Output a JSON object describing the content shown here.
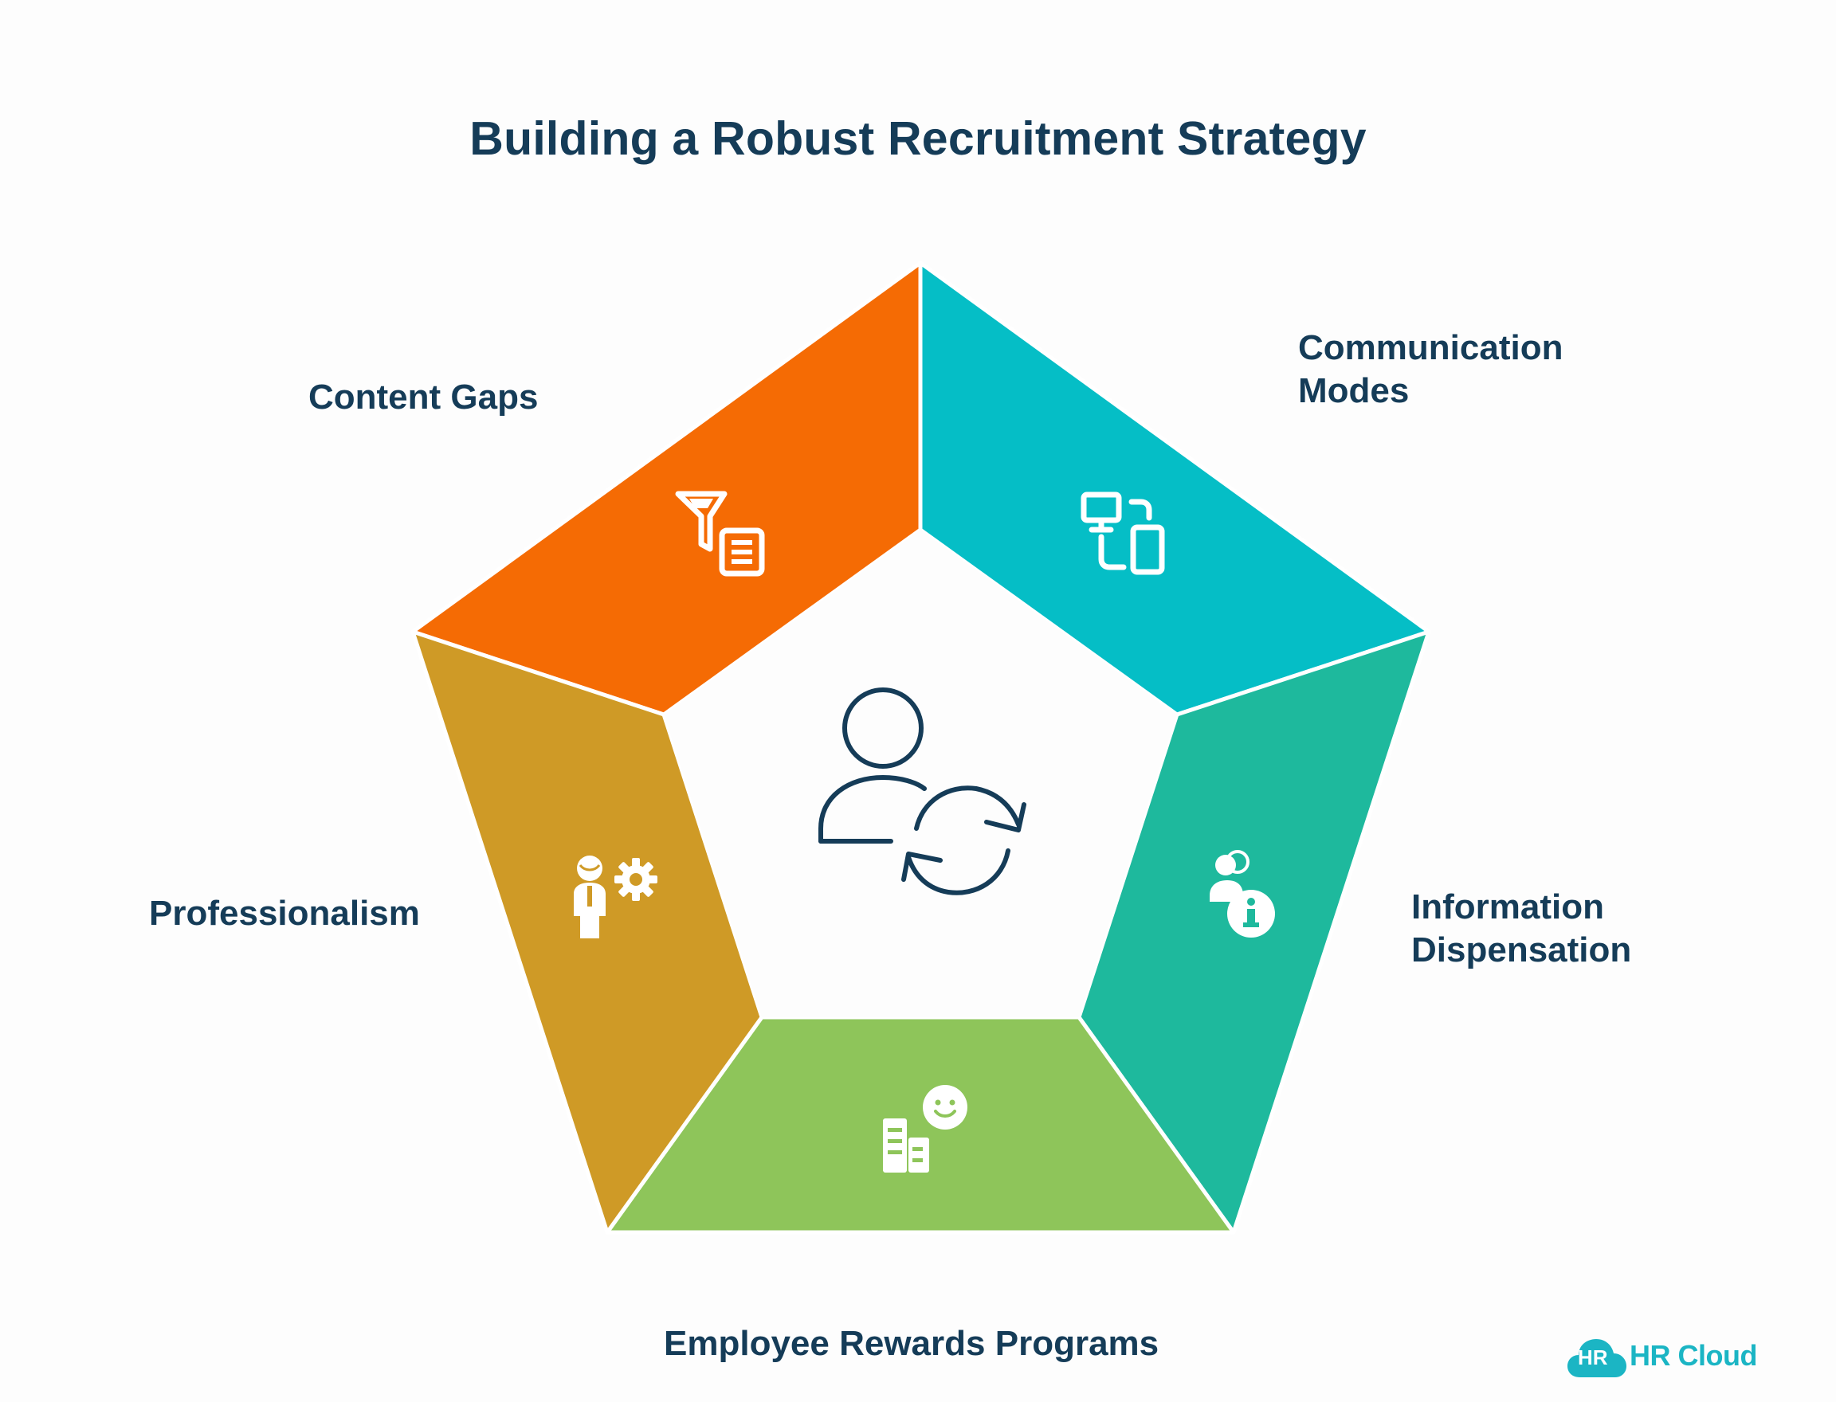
{
  "title": "Building a Robust Recruitment Strategy",
  "segments": [
    {
      "label_lines": [
        "Content Gaps"
      ],
      "color": "#f56b04",
      "icon": "filter-document-icon"
    },
    {
      "label_lines": [
        "Communication",
        "Modes"
      ],
      "color": "#05bec6",
      "icon": "devices-sync-icon"
    },
    {
      "label_lines": [
        "Information",
        "Dispensation"
      ],
      "color": "#1eb99d",
      "icon": "users-info-icon"
    },
    {
      "label_lines": [
        "Employee Rewards Programs"
      ],
      "color": "#8ec55a",
      "icon": "building-smile-icon"
    },
    {
      "label_lines": [
        "Professionalism"
      ],
      "color": "#cf9a26",
      "icon": "person-gear-icon"
    }
  ],
  "center_icon": "user-refresh-icon",
  "text_color": "#153c58",
  "logo": {
    "badge": "HR",
    "name": "HR Cloud",
    "color": "#1bb5c4"
  }
}
